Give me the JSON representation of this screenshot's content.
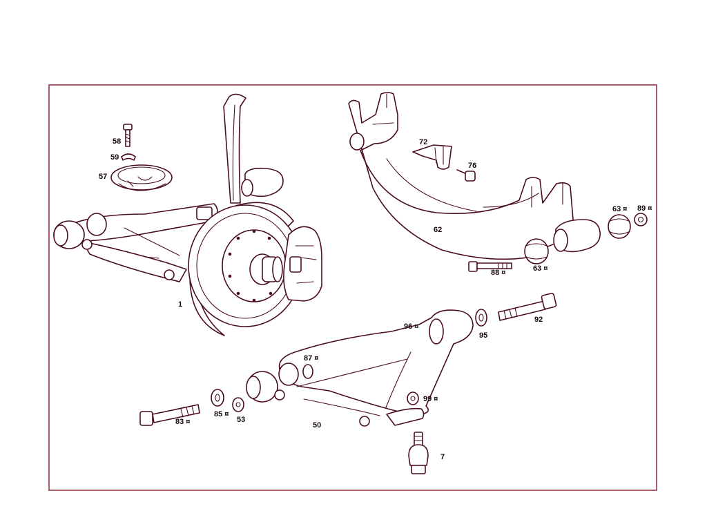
{
  "labels": {
    "l58": "58",
    "l59": "59",
    "l57": "57",
    "l1": "1",
    "l72": "72",
    "l76": "76",
    "l62": "62",
    "l63a": "63 ¤",
    "l89": "89 ¤",
    "l88": "88 ¤",
    "l63b": "63 ¤",
    "l96": "96 ¤",
    "l95": "95",
    "l92": "92",
    "l87": "87 ¤",
    "l99": "99 ¤",
    "l83": "83 ¤",
    "l85": "85 ¤",
    "l53": "53",
    "l50": "50",
    "l7": "7"
  },
  "colors": {
    "frame": "#8b1a2e",
    "line": "#4a0d1c"
  }
}
